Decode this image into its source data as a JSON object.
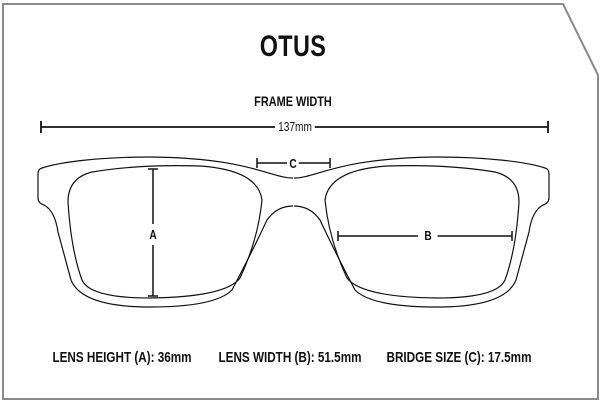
{
  "title": "OTUS",
  "frame_width": {
    "label": "FRAME WIDTH",
    "value": "137mm"
  },
  "markers": {
    "a": "A",
    "b": "B",
    "c": "C"
  },
  "specs": [
    {
      "text": "LENS HEIGHT (A): 36mm"
    },
    {
      "text": "LENS WIDTH (B): 51.5mm"
    },
    {
      "text": "BRIDGE SIZE (C): 17.5mm"
    }
  ],
  "colors": {
    "border": "#8a8a8a",
    "ink": "#111111"
  }
}
